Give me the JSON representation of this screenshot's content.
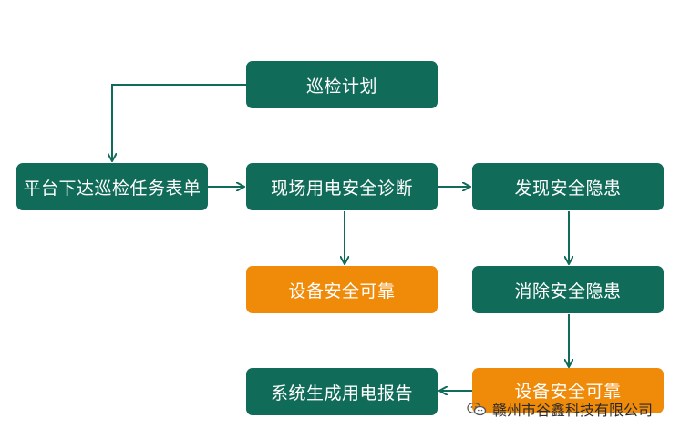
{
  "colors": {
    "green": "#116b59",
    "orange": "#f08b0a",
    "arrow": "#116b59"
  },
  "nodes": {
    "plan": "巡检计划",
    "issue": "平台下达巡检任务表单",
    "diagnose": "现场用电安全诊断",
    "discover": "发现安全隐患",
    "safe1": "设备安全可靠",
    "eliminate": "消除安全隐患",
    "safe2": "设备安全可靠",
    "report": "系统生成用电报告"
  },
  "watermark": {
    "icon": "wechat-icon",
    "text": "赣州市谷鑫科技有限公司"
  }
}
